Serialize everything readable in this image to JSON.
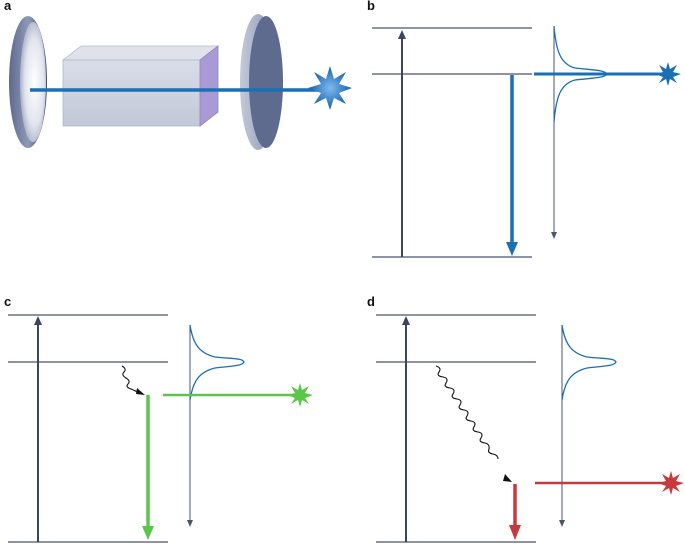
{
  "panels": [
    {
      "label": "a"
    },
    {
      "label": "b"
    },
    {
      "label": "c"
    },
    {
      "label": "d"
    }
  ],
  "colors": {
    "level_line": "#4a5570",
    "beam_blue": "#1a6fb5",
    "emission_green": "#5cc64a",
    "emission_red": "#c8393d",
    "relaxation_squiggle": "#111111",
    "crystal_face": "#c9cfdc",
    "crystal_end": "#a99ad6",
    "mirror_dark": "#5d6a8f",
    "mirror_light": "#d8dce8"
  },
  "icons": [
    "mirror-left-icon",
    "gain-crystal-icon",
    "mirror-right-icon",
    "laser-star-blue-icon",
    "laser-star-green-icon",
    "laser-star-red-icon"
  ]
}
